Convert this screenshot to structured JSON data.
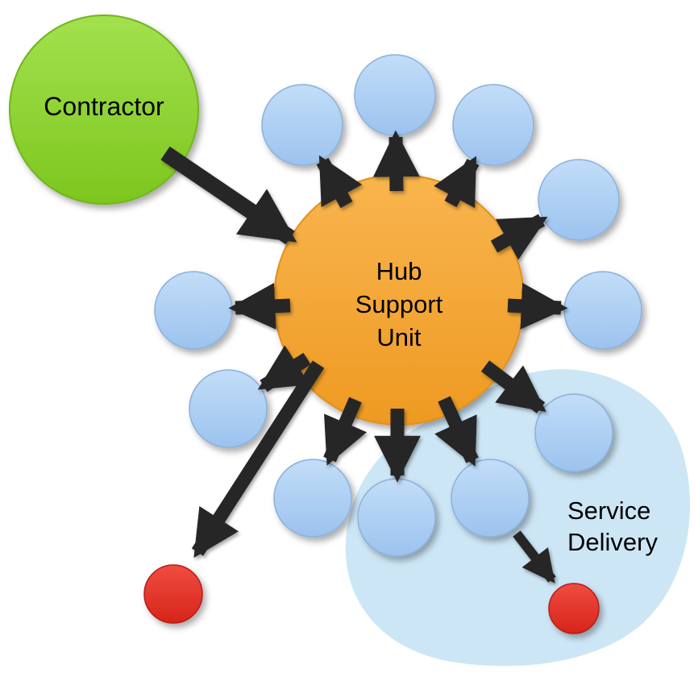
{
  "labels": {
    "contractor": "Contractor",
    "hub_lines": [
      "Hub",
      "Support",
      "Unit"
    ],
    "service_delivery_lines": [
      "Service",
      "Delivery"
    ]
  },
  "colors": {
    "background": "#ffffff",
    "contractor_fill_light": "#a2e14e",
    "contractor_fill_dark": "#7dc61e",
    "contractor_stroke": "#72b51c",
    "hub_fill_light": "#f9b54e",
    "hub_fill_dark": "#ee9a22",
    "hub_stroke": "#e18f1d",
    "satellite_fill_light": "#c2ddf8",
    "satellite_fill_dark": "#9cc3ee",
    "satellite_stroke": "#8ab1dc",
    "endpoint_fill_light": "#f04c40",
    "endpoint_fill_dark": "#d6251a",
    "endpoint_stroke": "#b91c12",
    "arrow": "#262626",
    "blob": "#cde6f6",
    "label_text": "#000000"
  }
}
